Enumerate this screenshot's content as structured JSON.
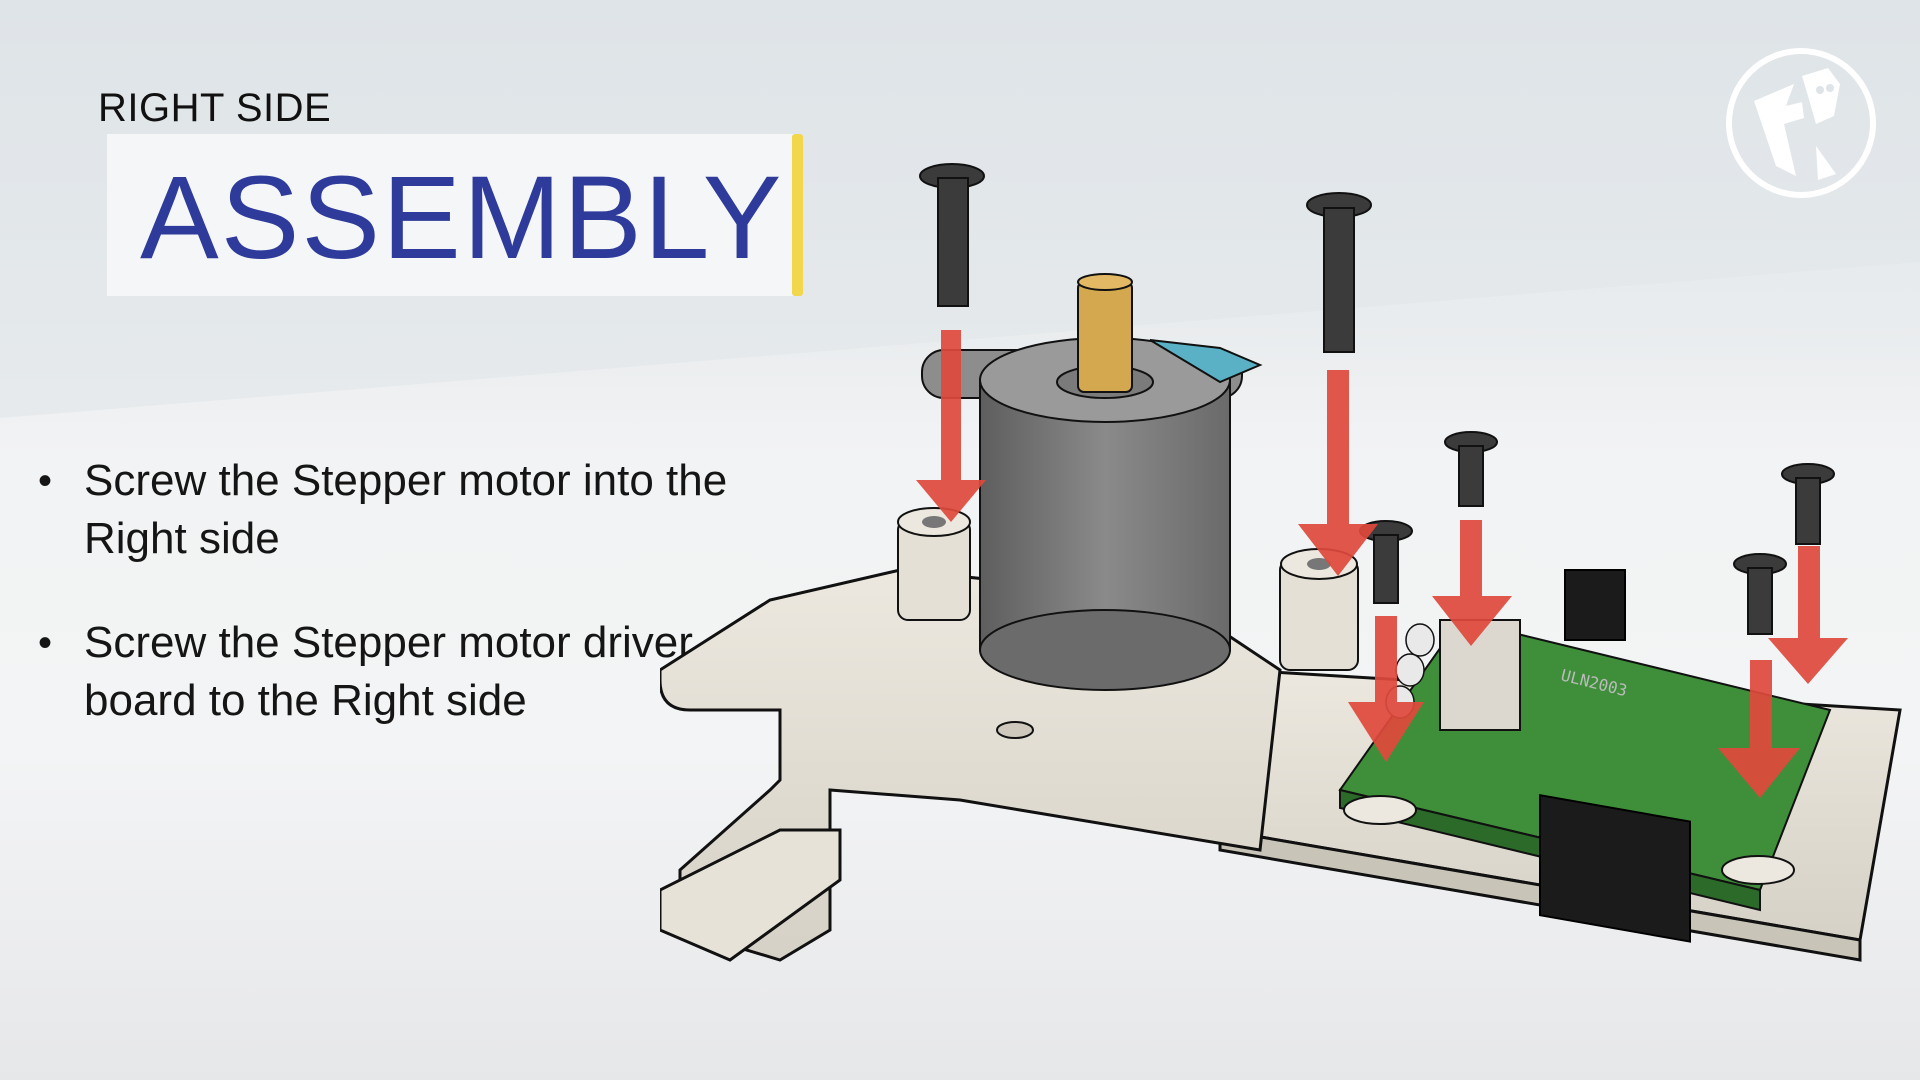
{
  "heading": {
    "subtitle": "RIGHT SIDE",
    "title": "ASSEMBLY"
  },
  "bullets": [
    {
      "text": "Screw the Stepper motor into the Right side"
    },
    {
      "text": "Screw the Stepper motor driver board to the Right side"
    }
  ],
  "illustration": {
    "board_chip_label": "ULN2003"
  },
  "colors": {
    "title_text": "#2e3b9a",
    "title_accent": "#f2d64b",
    "arrow": "#e0493c",
    "board": "#3f8f3a",
    "part": "#e8e4da",
    "motor": "#7b7b7b"
  },
  "icons": {
    "logo": "brand-logo-icon",
    "arrow": "down-arrow-icon",
    "screw": "screw-icon"
  }
}
